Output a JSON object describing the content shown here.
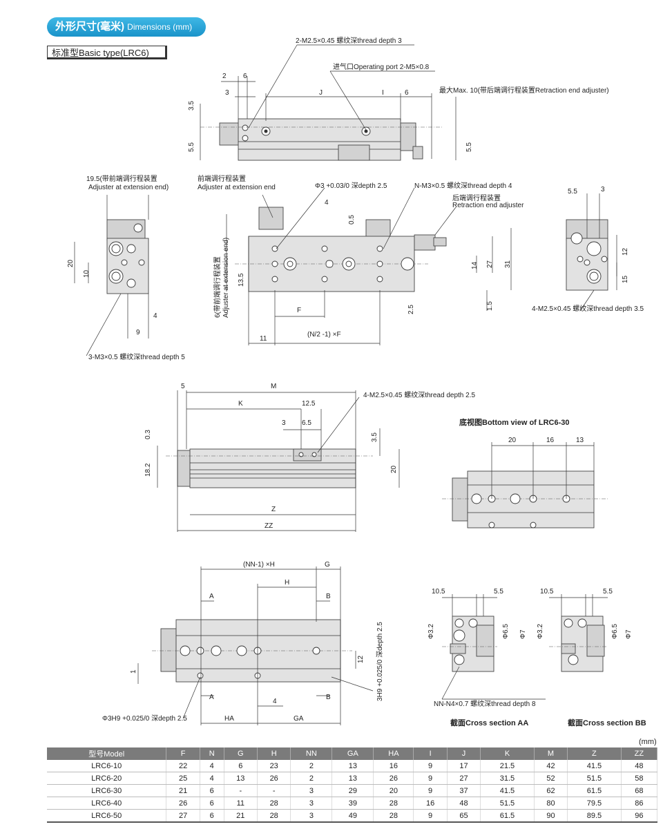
{
  "header": {
    "title_cn": "外形尺寸(毫米)",
    "title_en": "Dimensions (mm)"
  },
  "subtitle": "标准型Basic type(LRC6)",
  "labels": {
    "thread_top": "2-M2.5×0.45 螺纹深thread depth 3",
    "port": "进气口Operating port  2-M5×0.8",
    "max_retract": "最大Max. 10(带后端调行程装置Retraction end adjuster)",
    "adj_ext_left_cn": "19.5(带前端调行程装置",
    "adj_ext_left_en": "Adjuster at extension end)",
    "adj_front_cn": "前端调行程装置",
    "adj_front_en": "Adjuster at extension end",
    "phi3_depth": "Φ3 +0.03/0 深depth  2.5",
    "n_m3": "N-M3×0.5 螺纹深thread depth 4",
    "adj_rear_cn": "后端调行程装置",
    "adj_rear_en": "Retraction end adjuster",
    "vertical_adj_cn": "6(带前端调行程装置",
    "vertical_adj_en": "Adjuster at extension end)",
    "n_f": "(N/2 -1) ×F",
    "three_m3": "3-M3×0.5 螺纹深thread depth 5",
    "four_m25_right": "4-M2.5×0.45 螺纹深thread depth 3.5",
    "four_m25_mid": "4-M2.5×0.45 螺纹深thread depth 2.5",
    "bottom_view": "底视图Bottom view of  LRC6-30",
    "nn_h": "(NN-1) ×H",
    "phi3h9": "Φ3H9 +0.025/0 深depth  2.5",
    "three_h9": "3H9 +0.025/0 深depth 2.5",
    "nn_n4": "NN-N4×0.7 螺纹深thread depth 8",
    "sect_aa": "截面Cross section AA",
    "sect_bb": "截面Cross section BB",
    "unit": "(mm)"
  },
  "dims": [
    "2",
    "6",
    "3",
    "J",
    "I",
    "6",
    "3.5",
    "5.5",
    "5.5",
    "4",
    "0.5",
    "13.5",
    "F",
    "11",
    "2.5",
    "1.5",
    "14",
    "27",
    "31",
    "20",
    "10",
    "4",
    "9",
    "5.5",
    "3",
    "12",
    "15",
    "5",
    "M",
    "K",
    "12.5",
    "3",
    "6.5",
    "0.3",
    "18.2",
    "3.5",
    "20",
    "Z",
    "ZZ",
    "20",
    "16",
    "13",
    "H",
    "G",
    "A",
    "B",
    "1",
    "12",
    "4",
    "HA",
    "GA",
    "10.5",
    "5.5",
    "Φ3.2",
    "Φ6.5",
    "Φ7"
  ],
  "table": {
    "headers": [
      "型号Model",
      "F",
      "N",
      "G",
      "H",
      "NN",
      "GA",
      "HA",
      "I",
      "J",
      "K",
      "M",
      "Z",
      "ZZ"
    ],
    "rows": [
      [
        "LRC6-10",
        "22",
        "4",
        "6",
        "23",
        "2",
        "13",
        "16",
        "9",
        "17",
        "21.5",
        "42",
        "41.5",
        "48"
      ],
      [
        "LRC6-20",
        "25",
        "4",
        "13",
        "26",
        "2",
        "13",
        "26",
        "9",
        "27",
        "31.5",
        "52",
        "51.5",
        "58"
      ],
      [
        "LRC6-30",
        "21",
        "6",
        "-",
        "-",
        "3",
        "29",
        "20",
        "9",
        "37",
        "41.5",
        "62",
        "61.5",
        "68"
      ],
      [
        "LRC6-40",
        "26",
        "6",
        "11",
        "28",
        "3",
        "39",
        "28",
        "16",
        "48",
        "51.5",
        "80",
        "79.5",
        "86"
      ],
      [
        "LRC6-50",
        "27",
        "6",
        "21",
        "28",
        "3",
        "49",
        "28",
        "9",
        "65",
        "61.5",
        "90",
        "89.5",
        "96"
      ]
    ]
  }
}
